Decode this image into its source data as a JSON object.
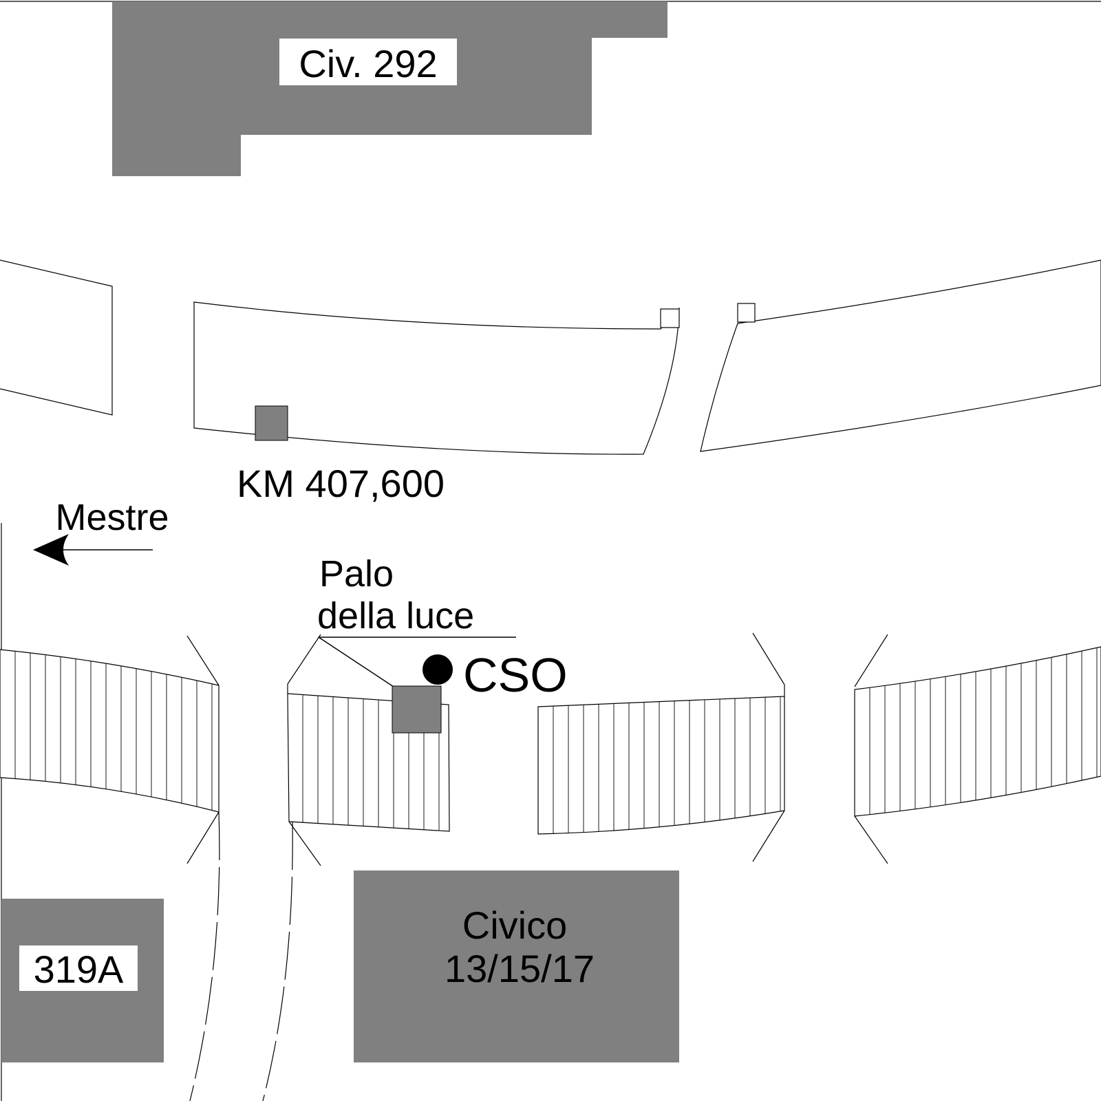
{
  "colors": {
    "background": "#ffffff",
    "building": "#808080",
    "line": "#000000",
    "cso_marker": "#000000"
  },
  "buildings": {
    "civ_292": "Civ. 292",
    "unit_319a": "319A",
    "civico_line1": "Civico",
    "civico_line2": "13/15/17"
  },
  "labels": {
    "km_marker": "KM 407,600",
    "direction": "Mestre",
    "pole_line1": "Palo",
    "pole_line2": "della luce",
    "cso": "CSO"
  },
  "icons": {
    "direction_arrow": "arrow-left-icon",
    "cso_marker": "filled-circle-icon"
  }
}
